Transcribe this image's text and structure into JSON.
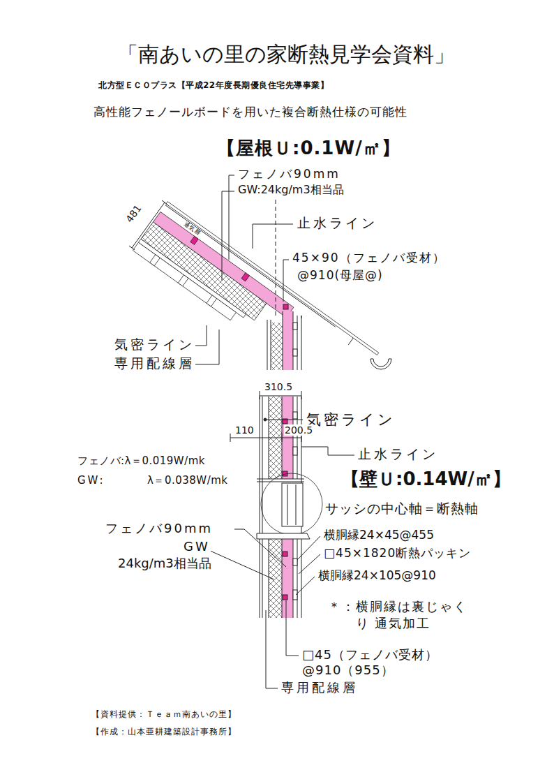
{
  "diagram": {
    "title": "「南あいの里の家断熱見学会資料」",
    "labels": [
      "北方型ＥＣＯプラス【平成22年度長期優良住宅先導事業】",
      "高性能フェノールボードを用いた複合断熱仕様の可能性",
      "【屋根Ｕ:0.1W/㎡】",
      "フェノバ90mm",
      "GW:24kg/m3相当品",
      "止水ライン",
      "45×90（フェノバ受材）",
      "@910(母屋@)",
      "481",
      "通気層",
      "気密ライン",
      "専用配線層",
      "310.5",
      "気密ライン",
      "110",
      "200.5",
      "止水ライン",
      "フェノバ:λ＝0.019W/mk",
      "GW:",
      "λ＝0.038W/mk",
      "【壁Ｕ:0.14W/㎡】",
      "サッシの中心軸＝断熱軸",
      "フェノバ90mm",
      "GW",
      "24kg/m3相当品",
      "横胴縁24×45@455",
      "□45×1820断熱パッキン",
      "横胴縁24×105@910",
      "＊：横胴縁は裏じゃくり 通気加工",
      "□45（フェノバ受材）",
      "@910（955）",
      "専用配線層",
      "【資料提供：Ｔｅａｍ南あいの里】",
      "【作成：山本亜耕建築設計事務所】"
    ]
  }
}
